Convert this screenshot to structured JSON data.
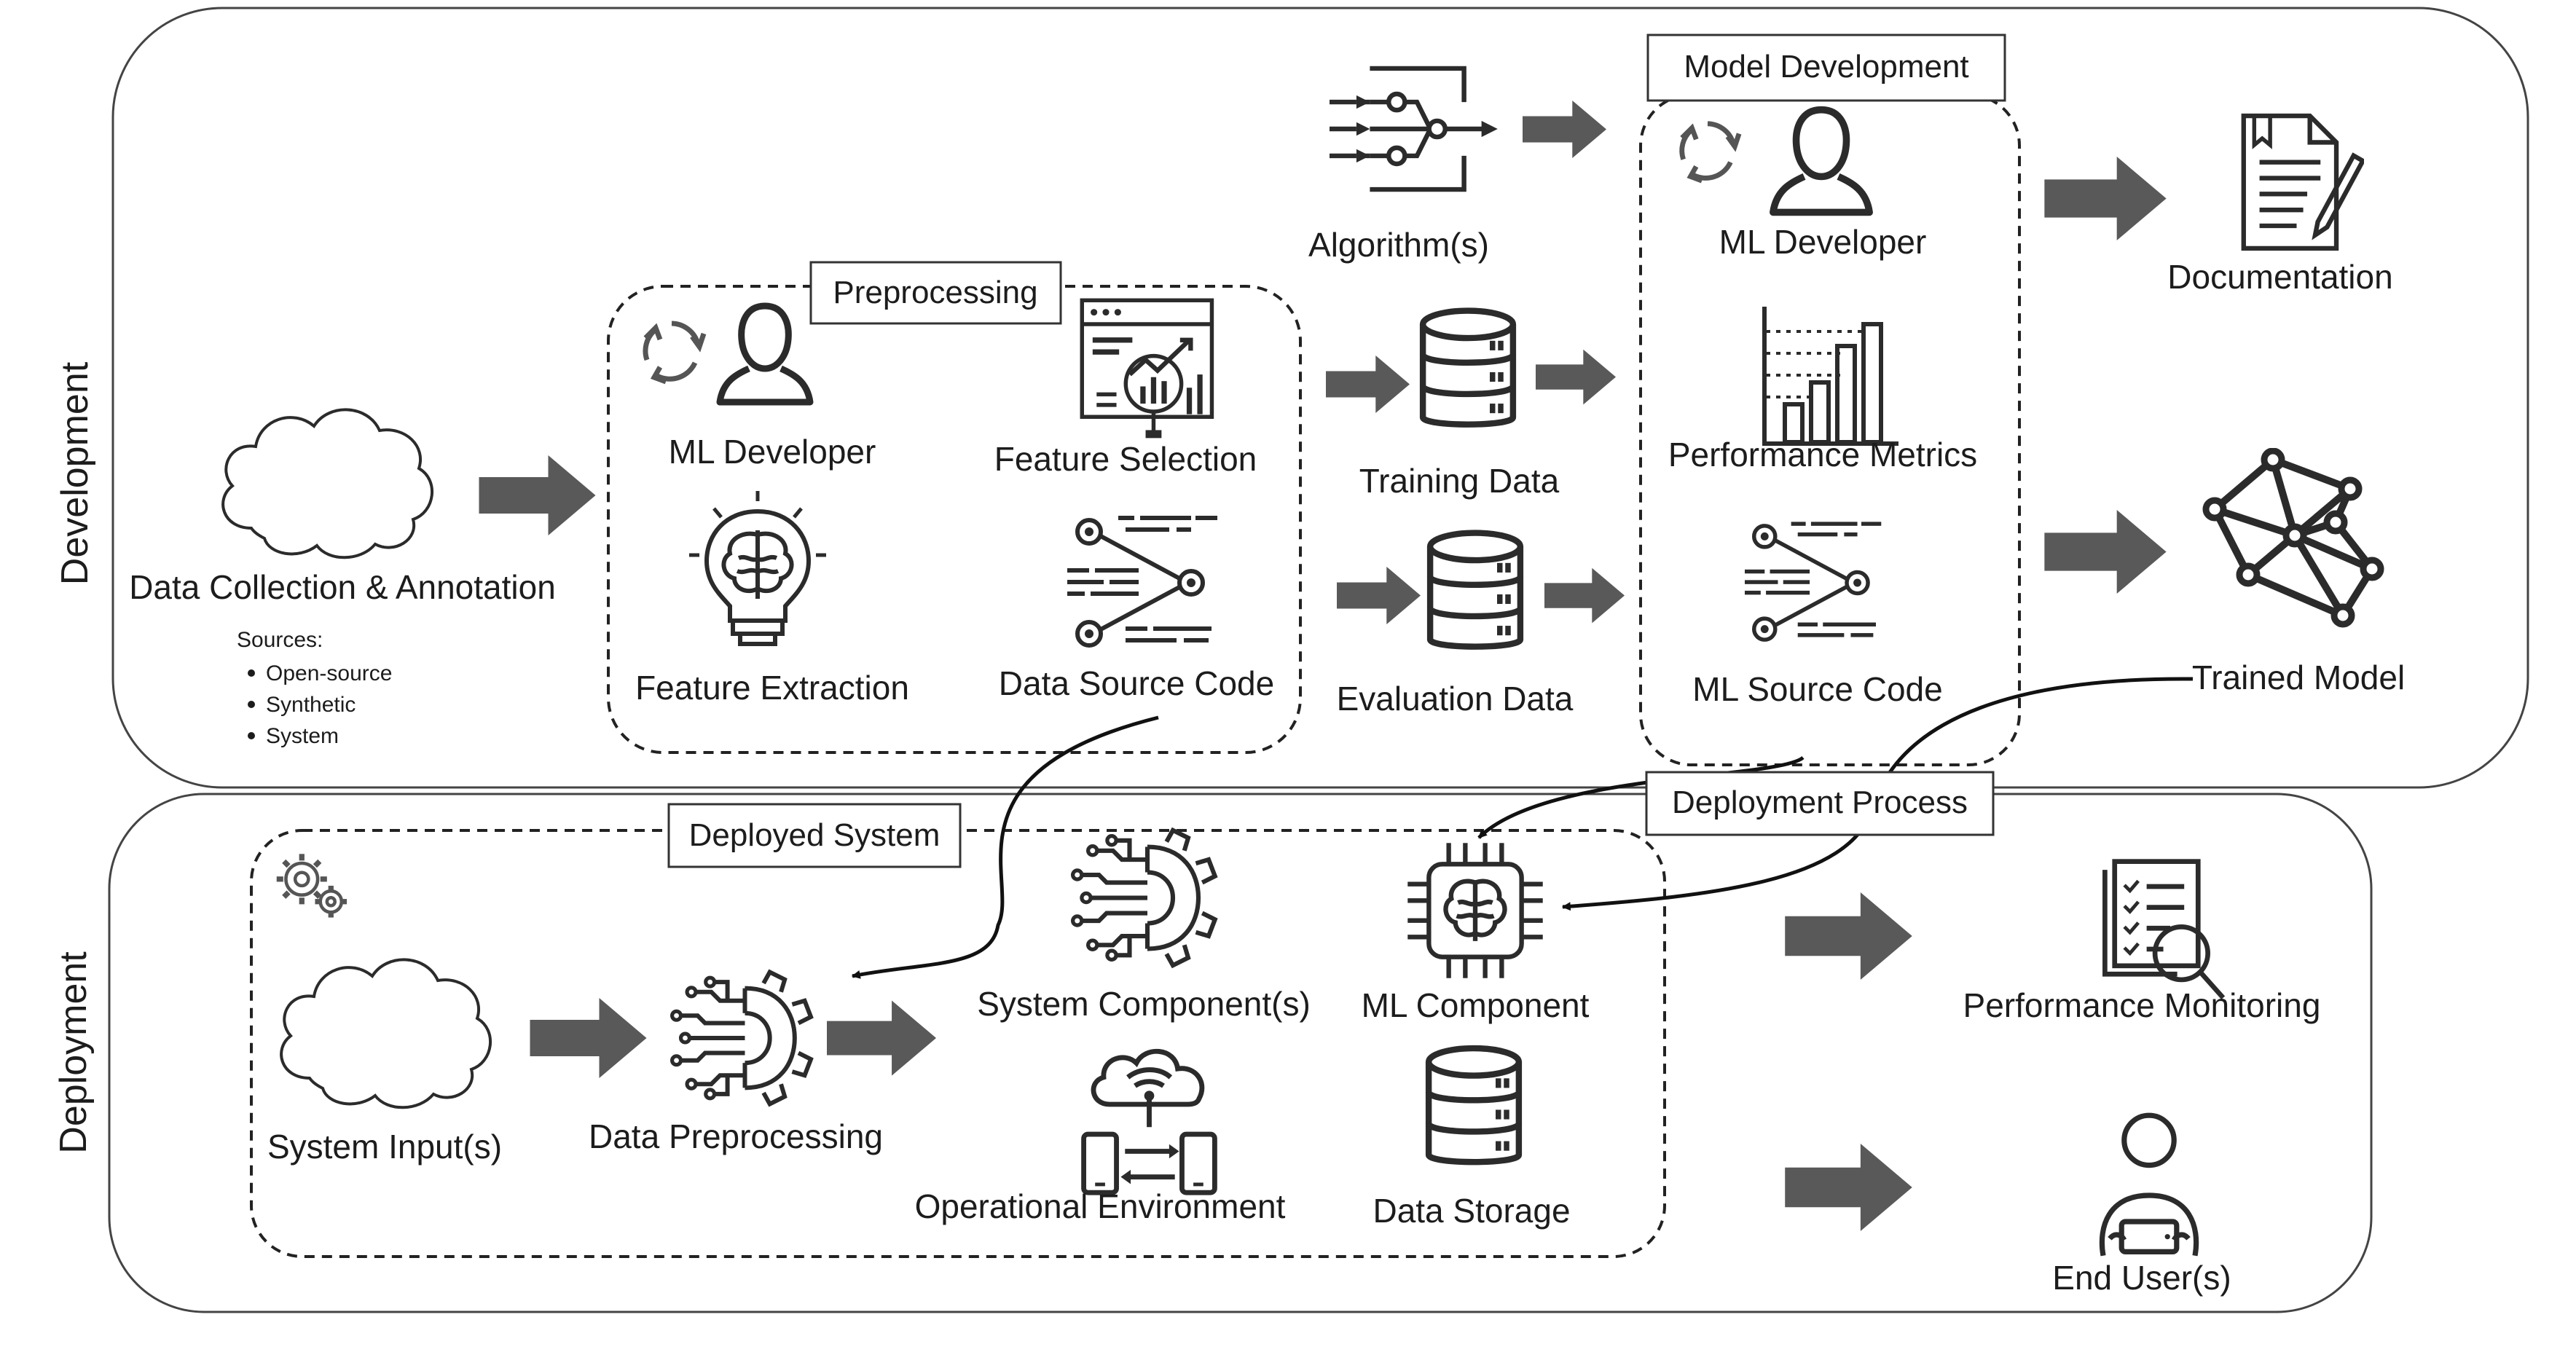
{
  "sections": {
    "development": "Development",
    "deployment": "Deployment"
  },
  "boxes": {
    "preprocessing": "Preprocessing",
    "model_development": "Model Development",
    "deployed_system": "Deployed System",
    "deployment_process": "Deployment Process"
  },
  "nodes": {
    "data_collection": "Data Collection & Annotation",
    "sources_title": "Sources:",
    "sources": [
      "Open-source",
      "Synthetic",
      "System"
    ],
    "pre_ml_developer": "ML Developer",
    "feature_selection": "Feature Selection",
    "feature_extraction": "Feature Extraction",
    "data_source_code": "Data Source Code",
    "algorithms": "Algorithm(s)",
    "training_data": "Training Data",
    "evaluation_data": "Evaluation Data",
    "md_ml_developer": "ML Developer",
    "performance_metrics": "Performance Metrics",
    "ml_source_code": "ML Source Code",
    "documentation": "Documentation",
    "trained_model": "Trained Model",
    "system_inputs": "System Input(s)",
    "data_preprocessing": "Data Preprocessing",
    "system_components": "System Component(s)",
    "ml_component": "ML Component",
    "operational_environment": "Operational Environment",
    "data_storage": "Data Storage",
    "performance_monitoring": "Performance Monitoring",
    "end_users": "End User(s)"
  },
  "colors": {
    "arrow": "#595959",
    "icon": "#2b2b2b",
    "text": "#1c1c1c",
    "border": "#444444"
  }
}
